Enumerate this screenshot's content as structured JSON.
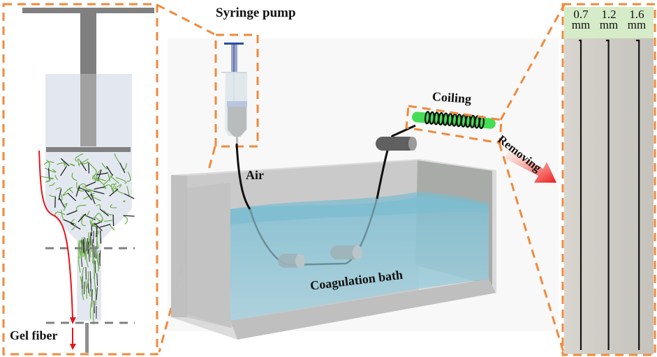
{
  "figure": {
    "labels": {
      "syringe_pump": "Syringe pump",
      "air": "Air",
      "coiling": "Coiling",
      "removing": "Removing",
      "coagulation_bath": "Coagulation bath",
      "gel_fiber": "Gel fiber"
    },
    "fiber_diameters": [
      {
        "value": "0.7",
        "unit": "mm"
      },
      {
        "value": "1.2",
        "unit": "mm"
      },
      {
        "value": "1.6",
        "unit": "mm"
      }
    ],
    "colors": {
      "callout_dash": "#f08a3c",
      "water": "#8ec6d8",
      "tank": "#c8c8c8",
      "rod": "#44dd55",
      "fiber_green": "#6aad4a",
      "arrow_red": "#e8141a",
      "photo_bg": "#cfccc6",
      "header_green": "#d6ebc8"
    }
  }
}
